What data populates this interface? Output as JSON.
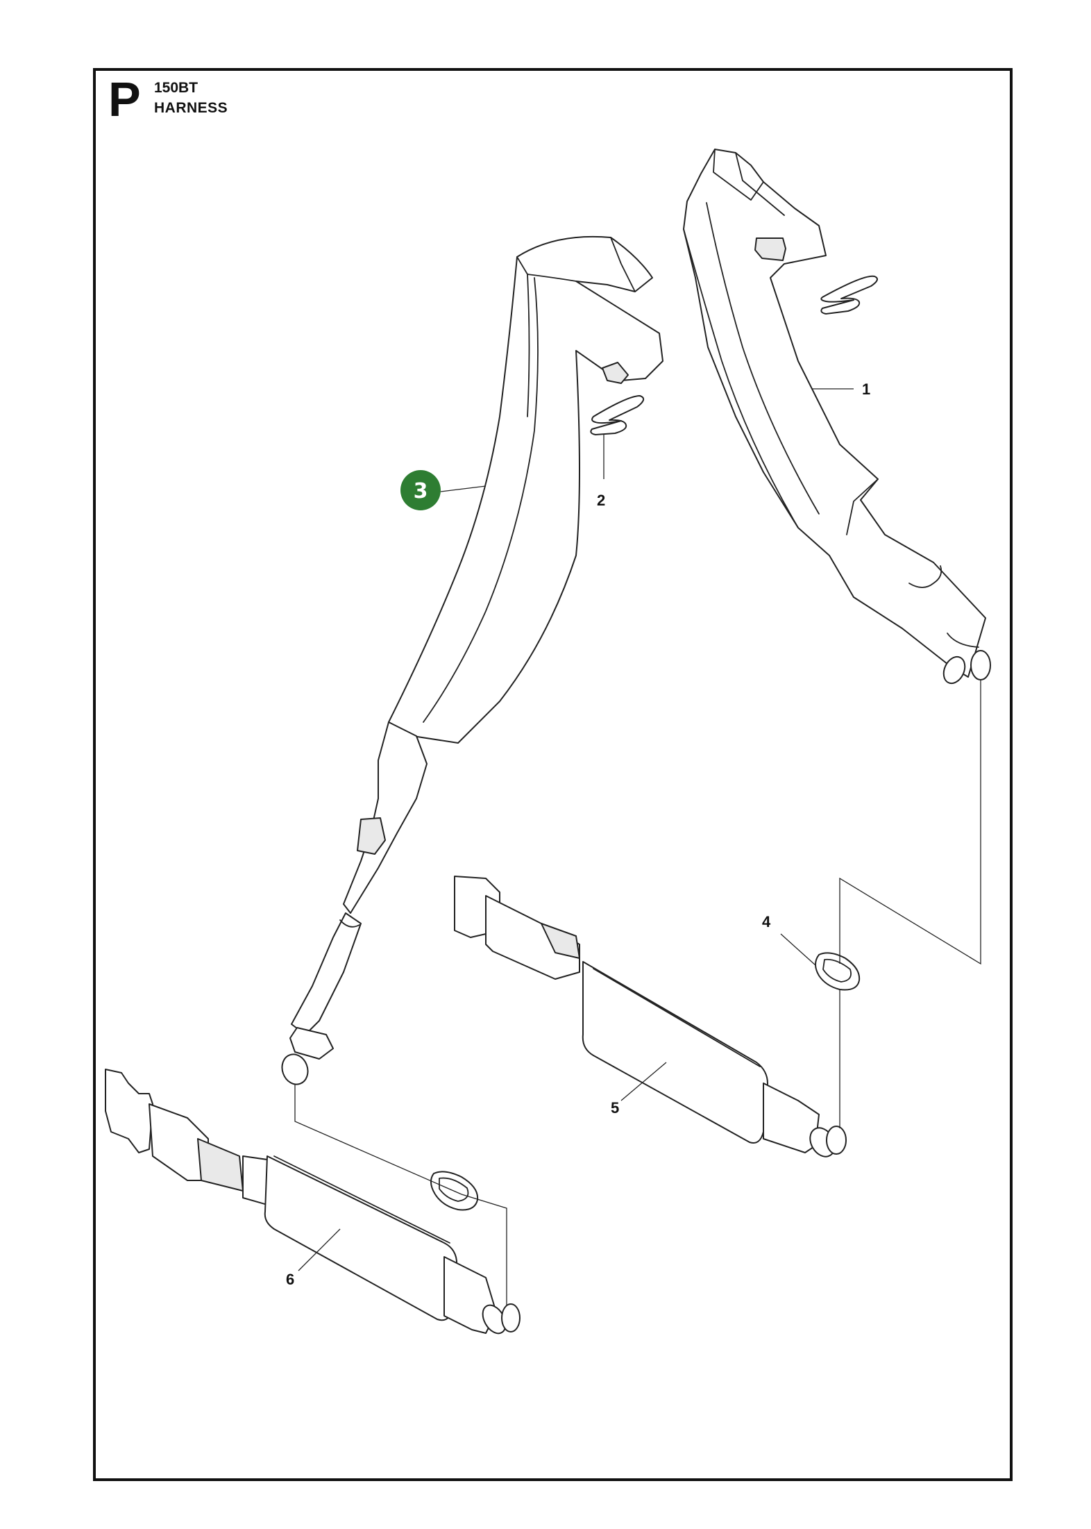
{
  "header": {
    "section_letter": "P",
    "model": "150BT",
    "title": "HARNESS"
  },
  "callouts": [
    {
      "id": "1",
      "label": "1"
    },
    {
      "id": "2",
      "label": "2"
    },
    {
      "id": "3",
      "label": "3",
      "highlight_color": "#2e7d32"
    },
    {
      "id": "4",
      "label": "4"
    },
    {
      "id": "5",
      "label": "5"
    },
    {
      "id": "6",
      "label": "6"
    }
  ],
  "colors": {
    "frame": "#111111",
    "highlight": "#2e7d32",
    "line": "#222222"
  }
}
